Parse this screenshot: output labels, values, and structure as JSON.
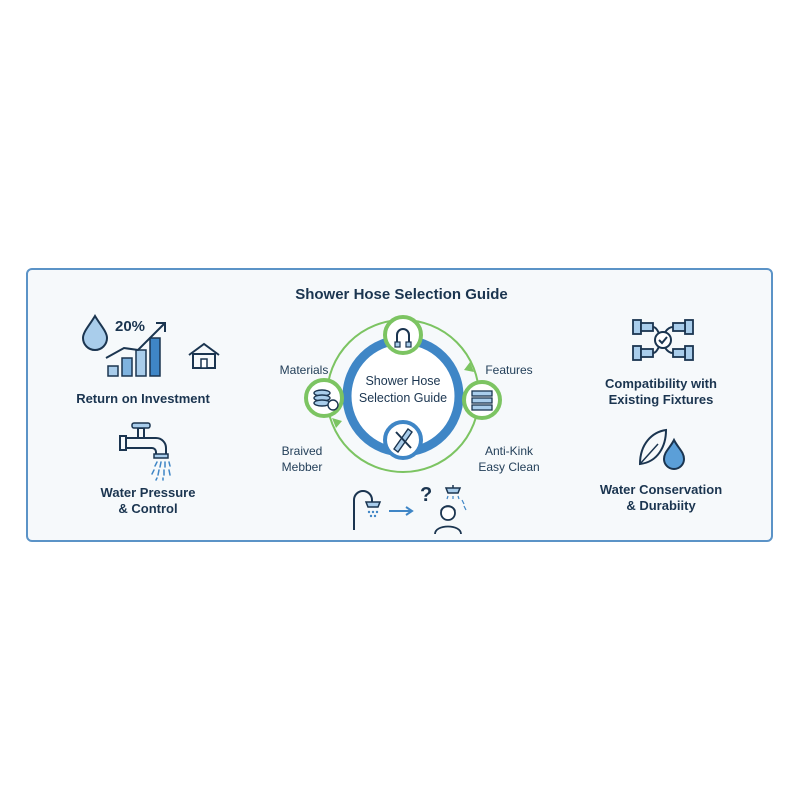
{
  "title": "Shower Hose Selection Guide",
  "left": {
    "roi": {
      "percent": "20%",
      "label": "Return on Investment"
    },
    "pressure": {
      "line1": "Water Pressure",
      "line2": "& Control"
    }
  },
  "right": {
    "compat": {
      "line1": "Compatibility with",
      "line2": "Existing Fixtures"
    },
    "conservation": {
      "line1": "Water Conservation",
      "line2": "& Durabiity"
    }
  },
  "center": {
    "hub": {
      "line1": "Shower Hose",
      "line2": "Selection Guide"
    },
    "materials": "Materials",
    "features": "Features",
    "materials_sub": {
      "line1": "Braived",
      "line2": "Mebber"
    },
    "features_sub": {
      "line1": "Anti-Kink",
      "line2": "Easy Clean"
    }
  },
  "colors": {
    "accent_blue": "#3f86c6",
    "accent_green": "#7cc462",
    "dark_navy": "#1b3550",
    "light_blue": "#a9cdeb"
  },
  "icons": [
    "water-drop-icon",
    "growth-chart-icon",
    "house-icon",
    "faucet-icon",
    "pipe-fittings-icon",
    "leaf-drop-icon",
    "hose-icon",
    "braided-coil-icon",
    "flat-hose-icon",
    "measure-tools-icon",
    "shower-head-icon",
    "arrow-right-icon",
    "question-mark-icon",
    "person-shower-icon"
  ]
}
